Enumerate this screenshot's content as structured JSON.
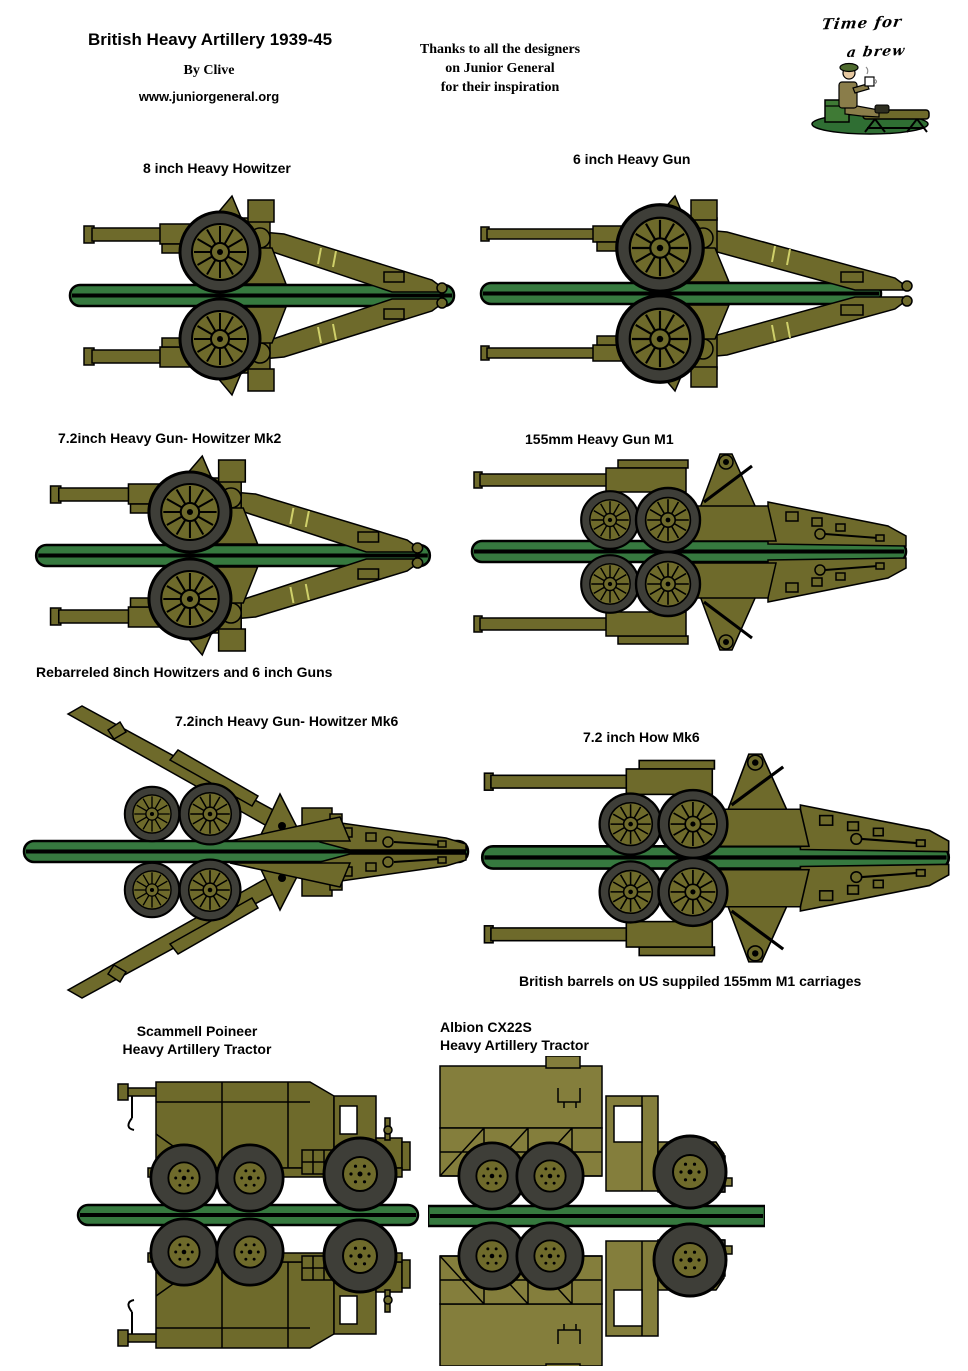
{
  "header": {
    "title": "British Heavy Artillery 1939-45",
    "byline": "By Clive",
    "website": "www.juniorgeneral.org",
    "thanks": [
      "Thanks to all the designers",
      "on Junior General",
      "for their inspiration"
    ],
    "cartoon": {
      "line1": "Time for",
      "line2": "a brew"
    }
  },
  "units": {
    "howitzer_8inch": {
      "label": "8 inch Heavy Howitzer"
    },
    "gun_6inch": {
      "label": "6 inch Heavy Gun"
    },
    "mk2": {
      "label": "7.2inch Heavy Gun- Howitzer Mk2"
    },
    "gun_155mm": {
      "label": "155mm Heavy Gun M1"
    },
    "mk6": {
      "label": "7.2inch Heavy Gun- Howitzer Mk6"
    },
    "how_mk6": {
      "label": "7.2 inch How Mk6"
    },
    "scammell": {
      "label_line1": "Scammell Poineer",
      "label_line2": "Heavy Artillery Tractor"
    },
    "albion": {
      "label_line1": "Albion CX22S",
      "label_line2": "Heavy Artillery Tractor"
    }
  },
  "notes": {
    "rebarreled": "Rebarreled 8inch Howitzers and 6 inch Guns",
    "barrels": "British barrels on US suppiled 155mm M1 carriages"
  },
  "colors": {
    "olive": "#6e6a2b",
    "olive_light": "#847e3c",
    "tire": "#3e3e38",
    "base_green": "#36793f",
    "helmet_green": "#4f6b2f",
    "uniform_khaki": "#8a7d4a",
    "skin": "#e7c9a1",
    "mound_green": "#2f6e33",
    "box_green": "#3f7a35",
    "outline": "#000000"
  }
}
